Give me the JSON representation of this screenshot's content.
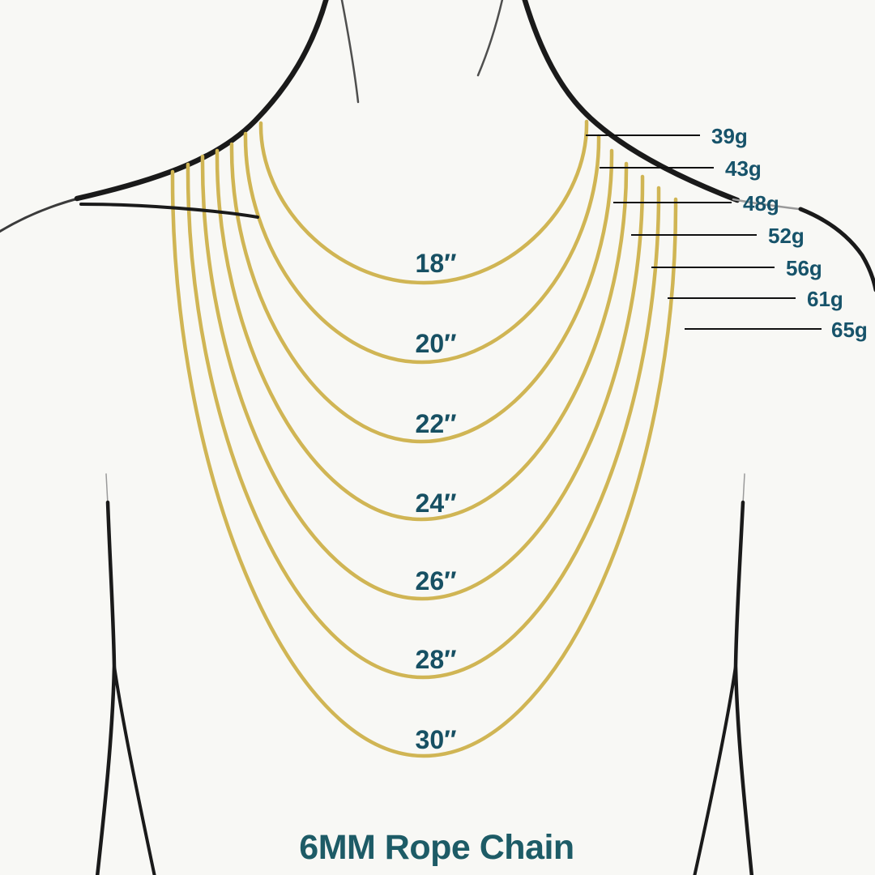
{
  "title": "6MM Rope Chain",
  "diagram": {
    "type": "necklace-length-weight-chart",
    "chains": [
      {
        "length_label": "18″",
        "weight_label": "39g"
      },
      {
        "length_label": "20″",
        "weight_label": "43g"
      },
      {
        "length_label": "22″",
        "weight_label": "48g"
      },
      {
        "length_label": "24″",
        "weight_label": "52g"
      },
      {
        "length_label": "26″",
        "weight_label": "56g"
      },
      {
        "length_label": "28″",
        "weight_label": "61g"
      },
      {
        "length_label": "30″",
        "weight_label": "65g"
      }
    ]
  },
  "colors": {
    "background": "#f8f8f5",
    "chain_gold": "#d0b554",
    "label_teal": "#17536a",
    "title_teal": "#1d5b66",
    "silhouette_black": "#1a1a1a"
  }
}
